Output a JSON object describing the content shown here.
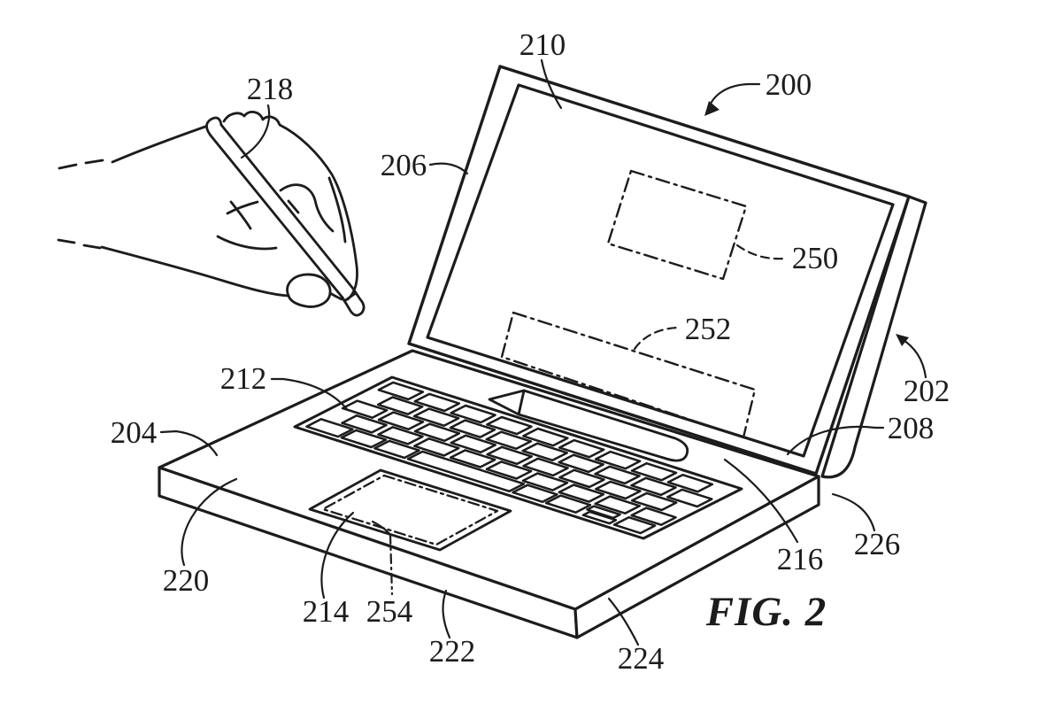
{
  "figure": {
    "caption": "FIG. 2",
    "labels": {
      "l200": "200",
      "l202": "202",
      "l204": "204",
      "l206": "206",
      "l208": "208",
      "l210": "210",
      "l212": "212",
      "l214": "214",
      "l216": "216",
      "l218": "218",
      "l220": "220",
      "l222": "222",
      "l224": "224",
      "l226": "226",
      "l250": "250",
      "l252": "252",
      "l254": "254"
    },
    "colors": {
      "ink": "#1c1c1c",
      "paper": "#ffffff"
    }
  }
}
